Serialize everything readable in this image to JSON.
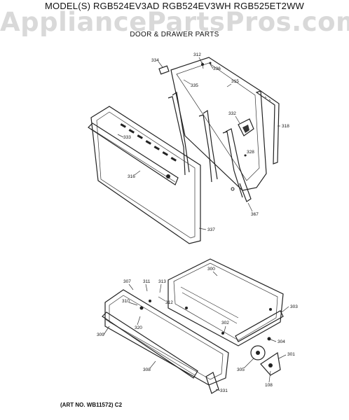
{
  "header": {
    "models": "MODEL(S) RGB524EV3AD  RGB524EV3WH  RGB525ET2WW",
    "watermark": "AppliancePartsPros.com",
    "section_title": "DOOR & DRAWER PARTS"
  },
  "callouts": {
    "c334": "334",
    "c312a": "312",
    "c336": "336",
    "c335": "335",
    "c315": "315",
    "c332": "332",
    "c318": "318",
    "c333": "333",
    "c328": "328",
    "c316": "316",
    "c367": "367",
    "c337": "337",
    "c300": "300",
    "c307": "307",
    "c311": "311",
    "c313": "313",
    "c312b": "312",
    "c310": "310",
    "c303": "303",
    "c320": "320",
    "c302": "302",
    "c309": "309",
    "c304": "304",
    "c301": "301",
    "c308": "308",
    "c305": "305",
    "c108": "108",
    "c331": "331"
  },
  "footer": {
    "art_no": "(ART NO. WB11572) C2"
  }
}
